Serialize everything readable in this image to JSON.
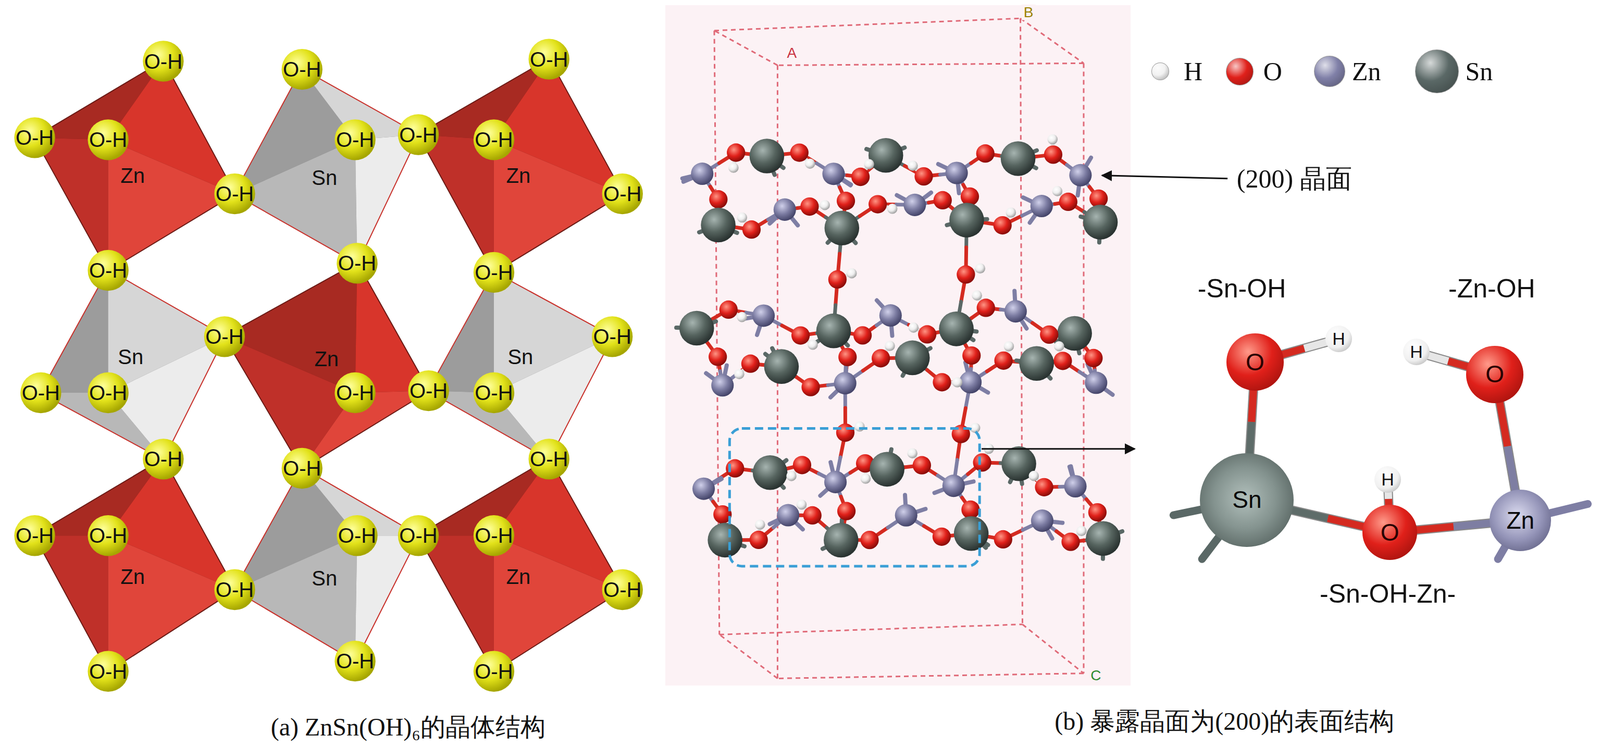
{
  "diagram": {
    "nodes": [
      {
        "text": [
          "O"
        ]
      },
      {
        "text": [
          "H"
        ]
      },
      {
        "text": [
          "H"
        ]
      },
      {
        "text": [
          "O"
        ]
      },
      {
        "text": [
          "H"
        ]
      },
      {
        "text": [
          "Sn"
        ]
      },
      {
        "text": [
          "Zn"
        ]
      },
      {
        "text": [
          "O"
        ]
      }
    ],
    "edges": [
      {
        "from": 5,
        "to": 0,
        "arrow": "none"
      },
      {
        "from": 0,
        "to": 1,
        "arrow": "none"
      },
      {
        "from": 2,
        "to": 3,
        "arrow": "none"
      },
      {
        "from": 3,
        "to": 6,
        "arrow": "none"
      },
      {
        "from": 5,
        "to": 7,
        "arrow": "none"
      },
      {
        "from": 7,
        "to": 6,
        "arrow": "none"
      },
      {
        "from": 7,
        "to": 4,
        "arrow": "none"
      }
    ],
    "labels": [
      "O-H",
      "O-H",
      "O-H",
      "O-H",
      "O-H",
      "O-H",
      "O-H",
      "O-H",
      "O-H",
      "O-H",
      "O-H",
      "O-H",
      "O-H",
      "O-H",
      "O-H",
      "O-H",
      "O-H",
      "O-H",
      "O-H",
      "O-H",
      "O-H",
      "O-H",
      "O-H",
      "O-H",
      "O-H",
      "O-H",
      "O-H",
      "O-H",
      "O-H",
      "O-H",
      "O-H",
      "O-H",
      "O-H",
      "Zn",
      "Sn",
      "Zn",
      "Sn",
      "Zn",
      "Sn",
      "Zn",
      "Sn",
      "Zn",
      "B",
      "A",
      "(200) 晶面",
      "-Sn-OH",
      "-Zn-OH",
      "-Sn-OH-Zn-",
      "C",
      "(a) ZnSn(OH)₆的晶体结构",
      "(b) 暴露晶面为(200)的表面结构"
    ],
    "legend": [
      {
        "text": "H",
        "color": "#f2f2f2"
      },
      {
        "text": "O",
        "color": "#e0201a"
      },
      {
        "text": "Zn",
        "color": "#8080a8"
      },
      {
        "text": "Sn",
        "color": "#5a6866"
      }
    ]
  }
}
